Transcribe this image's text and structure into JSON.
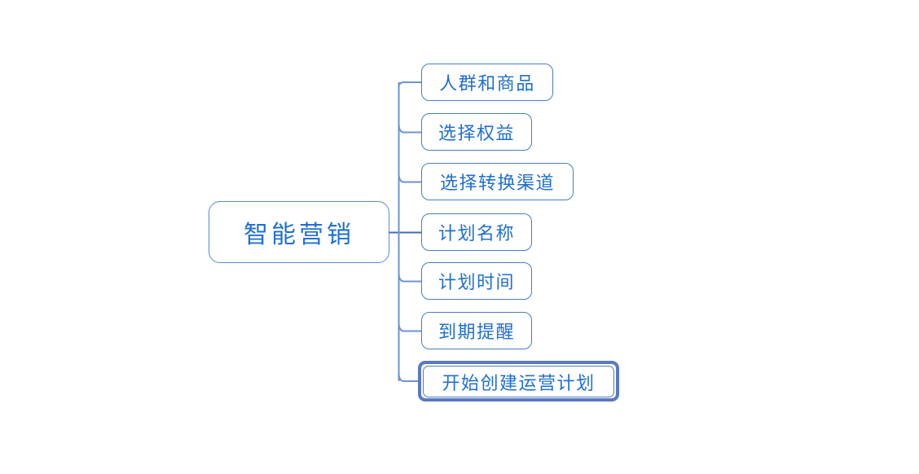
{
  "diagram": {
    "type": "mind-map",
    "background_color": "#ffffff",
    "accent_color": "#1F6FD0",
    "border_color": "#4A7EBB",
    "selected_border_color": "#5A79C0",
    "root": {
      "label": "智能营销"
    },
    "children": [
      {
        "label": "人群和商品",
        "selected": false
      },
      {
        "label": "选择权益",
        "selected": false
      },
      {
        "label": "选择转换渠道",
        "selected": false
      },
      {
        "label": "计划名称",
        "selected": false
      },
      {
        "label": "计划时间",
        "selected": false
      },
      {
        "label": "到期提醒",
        "selected": false
      },
      {
        "label": "开始创建运营计划",
        "selected": true
      }
    ]
  }
}
